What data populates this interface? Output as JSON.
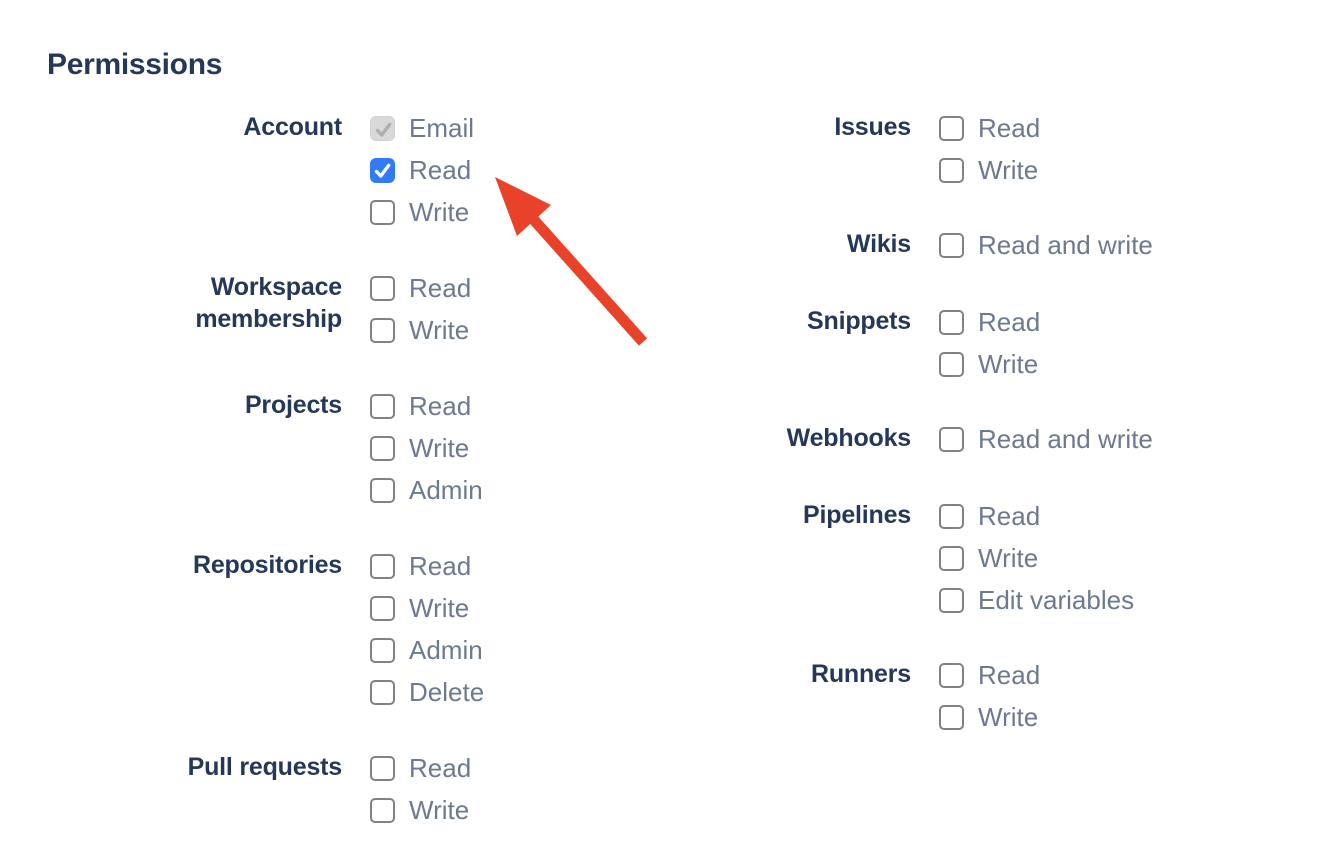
{
  "title": "Permissions",
  "colors": {
    "bg": "#FFFFFF",
    "heading": "#253858",
    "grouplabel": "#253858",
    "optlabel": "#6C798F",
    "cbborder": "#818181",
    "cbblue": "#2F7CF6",
    "cbcheck": "#FFFFFF",
    "cbdisabled": "#D9D9D9",
    "cbdisabledcheck": "#AEAEAE",
    "arrow": "#E8422B"
  },
  "columns": [
    {
      "name": "left",
      "groups": [
        {
          "label": "Account",
          "options": [
            {
              "label": "Email",
              "state": "checked-disabled"
            },
            {
              "label": "Read",
              "state": "checked"
            },
            {
              "label": "Write",
              "state": "unchecked"
            }
          ]
        },
        {
          "label": "Workspace membership",
          "options": [
            {
              "label": "Read",
              "state": "unchecked"
            },
            {
              "label": "Write",
              "state": "unchecked"
            }
          ]
        },
        {
          "label": "Projects",
          "options": [
            {
              "label": "Read",
              "state": "unchecked"
            },
            {
              "label": "Write",
              "state": "unchecked"
            },
            {
              "label": "Admin",
              "state": "unchecked"
            }
          ]
        },
        {
          "label": "Repositories",
          "options": [
            {
              "label": "Read",
              "state": "unchecked"
            },
            {
              "label": "Write",
              "state": "unchecked"
            },
            {
              "label": "Admin",
              "state": "unchecked"
            },
            {
              "label": "Delete",
              "state": "unchecked"
            }
          ]
        },
        {
          "label": "Pull requests",
          "options": [
            {
              "label": "Read",
              "state": "unchecked"
            },
            {
              "label": "Write",
              "state": "unchecked"
            }
          ]
        }
      ]
    },
    {
      "name": "right",
      "groups": [
        {
          "label": "Issues",
          "options": [
            {
              "label": "Read",
              "state": "unchecked"
            },
            {
              "label": "Write",
              "state": "unchecked"
            }
          ]
        },
        {
          "label": "Wikis",
          "options": [
            {
              "label": "Read and write",
              "state": "unchecked"
            }
          ]
        },
        {
          "label": "Snippets",
          "options": [
            {
              "label": "Read",
              "state": "unchecked"
            },
            {
              "label": "Write",
              "state": "unchecked"
            }
          ]
        },
        {
          "label": "Webhooks",
          "options": [
            {
              "label": "Read and write",
              "state": "unchecked"
            }
          ]
        },
        {
          "label": "Pipelines",
          "options": [
            {
              "label": "Read",
              "state": "unchecked"
            },
            {
              "label": "Write",
              "state": "unchecked"
            },
            {
              "label": "Edit variables",
              "state": "unchecked"
            }
          ]
        },
        {
          "label": "Runners",
          "options": [
            {
              "label": "Read",
              "state": "unchecked"
            },
            {
              "label": "Write",
              "state": "unchecked"
            }
          ]
        }
      ]
    }
  ],
  "annotation": {
    "type": "arrow",
    "points_to": "Account Read checkbox",
    "color": "#E8422B"
  }
}
